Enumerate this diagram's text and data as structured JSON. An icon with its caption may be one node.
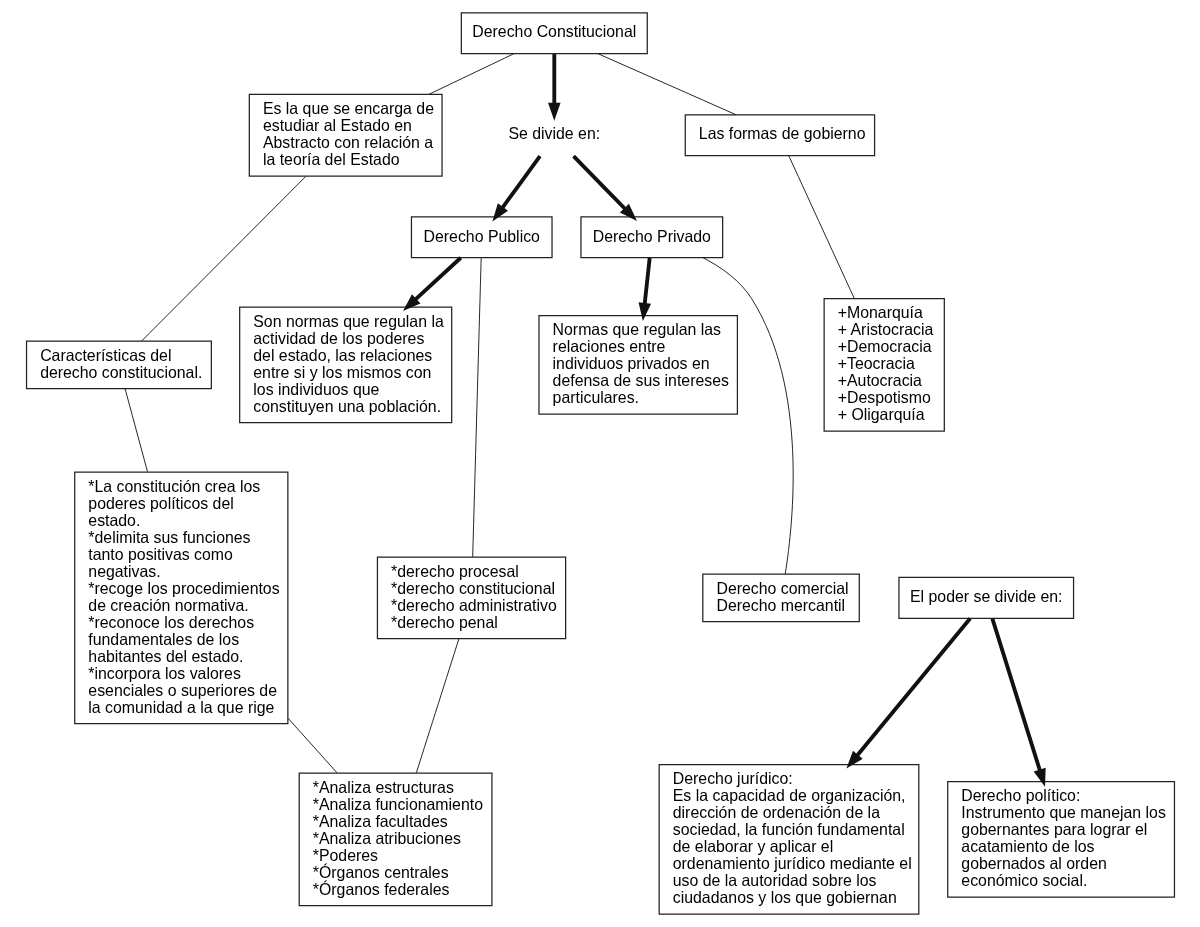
{
  "diagram": {
    "nodes": [
      {
        "text": [
          "Derecho Constitucional"
        ]
      },
      {
        "text": [
          "Es la que se encarga de estudiar al Estado en Abstracto con relación a la teoría del Estado"
        ]
      },
      {
        "text": [
          "Se divide en:"
        ]
      },
      {
        "text": [
          "Las formas de gobierno"
        ]
      },
      {
        "text": [
          "Derecho Publico"
        ]
      },
      {
        "text": [
          "Derecho Privado"
        ]
      },
      {
        "text": [
          "Son normas que regulan la actividad de los poderes del estado, las relaciones entre si y los mismos con los individuos que constituyen una población."
        ]
      },
      {
        "text": [
          "+Monarquía",
          "+ Aristocracia",
          "+Democracia",
          "+Teocracia",
          "+Autocracia",
          "+Despotismo",
          "+ Oligarquía"
        ]
      },
      {
        "text": [
          "Normas que regulan las relaciones entre individuos privados en defensa de sus intereses particulares."
        ]
      },
      {
        "text": [
          "Características del derecho constitucional."
        ]
      },
      {
        "text": [
          "*La constitución crea los poderes políticos del estado.",
          "*delimita sus funciones tanto positivas como negativas.",
          "*recoge los procedimientos de creación normativa.",
          "*reconoce los derechos fundamentales de los habitantes del estado.",
          "*incorpora los valores esenciales o superiores de la comunidad a la que rige"
        ]
      },
      {
        "text": [
          "*derecho procesal",
          "*derecho constitucional",
          "*derecho administrativo",
          "*derecho penal"
        ]
      },
      {
        "text": [
          "Derecho comercial",
          "Derecho mercantil"
        ]
      },
      {
        "text": [
          "El poder se divide en:"
        ]
      },
      {
        "text": [
          "*Analiza estructuras",
          "*Analiza funcionamiento",
          "*Analiza facultades",
          "*Analiza atribuciones",
          "*Poderes",
          "*Órganos centrales",
          "*Órganos federales"
        ]
      },
      {
        "text": [
          "Derecho jurídico:",
          "Es la capacidad de organización, dirección de ordenación de la sociedad, la función fundamental de elaborar y aplicar el ordenamiento jurídico mediante el uso de la autoridad sobre los ciudadanos y los que gobiernan"
        ]
      },
      {
        "text": [
          "Derecho político:",
          "Instrumento que manejan los gobernantes para lograr el acatamiento de los gobernados al orden económico social."
        ]
      }
    ],
    "edges": [
      {
        "from": 0,
        "to": 2,
        "arrow": "to",
        "style": "thick"
      },
      {
        "from": 2,
        "to": 4,
        "arrow": "to",
        "style": "thick"
      },
      {
        "from": 2,
        "to": 5,
        "arrow": "to",
        "style": "thick"
      },
      {
        "from": 0,
        "to": 1,
        "arrow": "none"
      },
      {
        "from": 0,
        "to": 3,
        "arrow": "none"
      },
      {
        "from": 1,
        "to": 9,
        "arrow": "none"
      },
      {
        "from": 3,
        "to": 7,
        "arrow": "none"
      },
      {
        "from": 4,
        "to": 6,
        "arrow": "to",
        "style": "thick"
      },
      {
        "from": 5,
        "to": 8,
        "arrow": "to",
        "style": "thick"
      },
      {
        "from": 4,
        "to": 11,
        "arrow": "none"
      },
      {
        "from": 5,
        "to": 12,
        "arrow": "none"
      },
      {
        "from": 9,
        "to": 10,
        "arrow": "none"
      },
      {
        "from": 11,
        "to": 14,
        "arrow": "none"
      },
      {
        "from": 10,
        "to": 14,
        "arrow": "none"
      },
      {
        "from": 13,
        "to": 15,
        "arrow": "to",
        "style": "thick"
      },
      {
        "from": 13,
        "to": 16,
        "arrow": "to",
        "style": "thick"
      }
    ]
  }
}
